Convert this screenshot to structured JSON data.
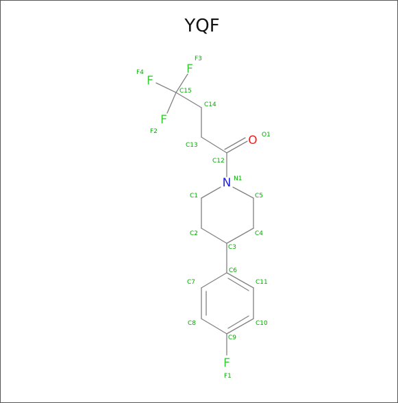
{
  "title": "YQF",
  "colors": {
    "bond": "#808080",
    "carbon_label": "#00aa00",
    "fluorine": "#33cc33",
    "nitrogen": "#2020e0",
    "oxygen": "#ee2020"
  },
  "atoms": {
    "N1": {
      "label": "N1",
      "element": "N"
    },
    "O1": {
      "label": "O1",
      "element": "O"
    },
    "F1": {
      "label": "F1",
      "element": "F"
    },
    "F2": {
      "label": "F2",
      "element": "F"
    },
    "F3": {
      "label": "F3",
      "element": "F"
    },
    "F4": {
      "label": "F4",
      "element": "F"
    },
    "C1": {
      "label": "C1"
    },
    "C2": {
      "label": "C2"
    },
    "C3": {
      "label": "C3"
    },
    "C4": {
      "label": "C4"
    },
    "C5": {
      "label": "C5"
    },
    "C6": {
      "label": "C6"
    },
    "C7": {
      "label": "C7"
    },
    "C8": {
      "label": "C8"
    },
    "C9": {
      "label": "C9"
    },
    "C10": {
      "label": "C10"
    },
    "C11": {
      "label": "C11"
    },
    "C12": {
      "label": "C12"
    },
    "C13": {
      "label": "C13"
    },
    "C14": {
      "label": "C14"
    },
    "C15": {
      "label": "C15"
    }
  }
}
